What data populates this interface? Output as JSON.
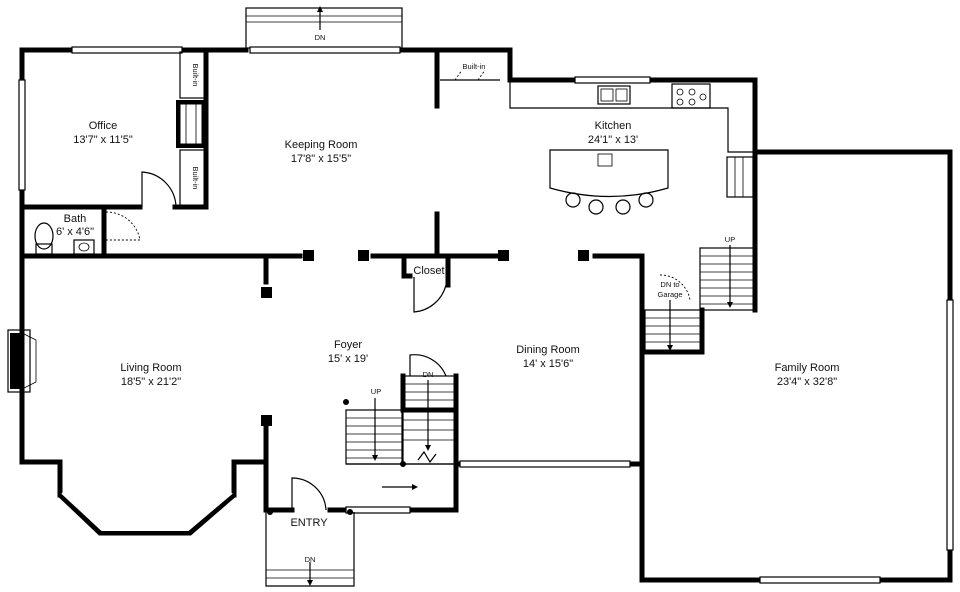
{
  "rooms": {
    "office": {
      "name": "Office",
      "dims": "13'7\" x 11'5\""
    },
    "keeping": {
      "name": "Keeping Room",
      "dims": "17'8\" x 15'5\""
    },
    "kitchen": {
      "name": "Kitchen",
      "dims": "24'1\" x 13'"
    },
    "bath": {
      "name": "Bath",
      "dims": "6' x 4'6\""
    },
    "closet": {
      "name": "Closet"
    },
    "foyer": {
      "name": "Foyer",
      "dims": "15' x 19'"
    },
    "living": {
      "name": "Living Room",
      "dims": "18'5\" x 21'2\""
    },
    "dining": {
      "name": "Dining Room",
      "dims": "14' x 15'6\""
    },
    "family": {
      "name": "Family Room",
      "dims": "23'4\" x 32'8\""
    },
    "entry": {
      "name": "ENTRY"
    }
  },
  "labels": {
    "builtin_top": "Built-in",
    "builtin_office_upper": "Built-in",
    "builtin_office_lower": "Built-in",
    "dn_deck": "DN",
    "dn_entry": "DN",
    "dn_foyer_stair": "DN",
    "up_foyer_stair": "UP",
    "up_family_stair": "UP",
    "dn_garage_1": "DN to",
    "dn_garage_2": "Garage"
  }
}
